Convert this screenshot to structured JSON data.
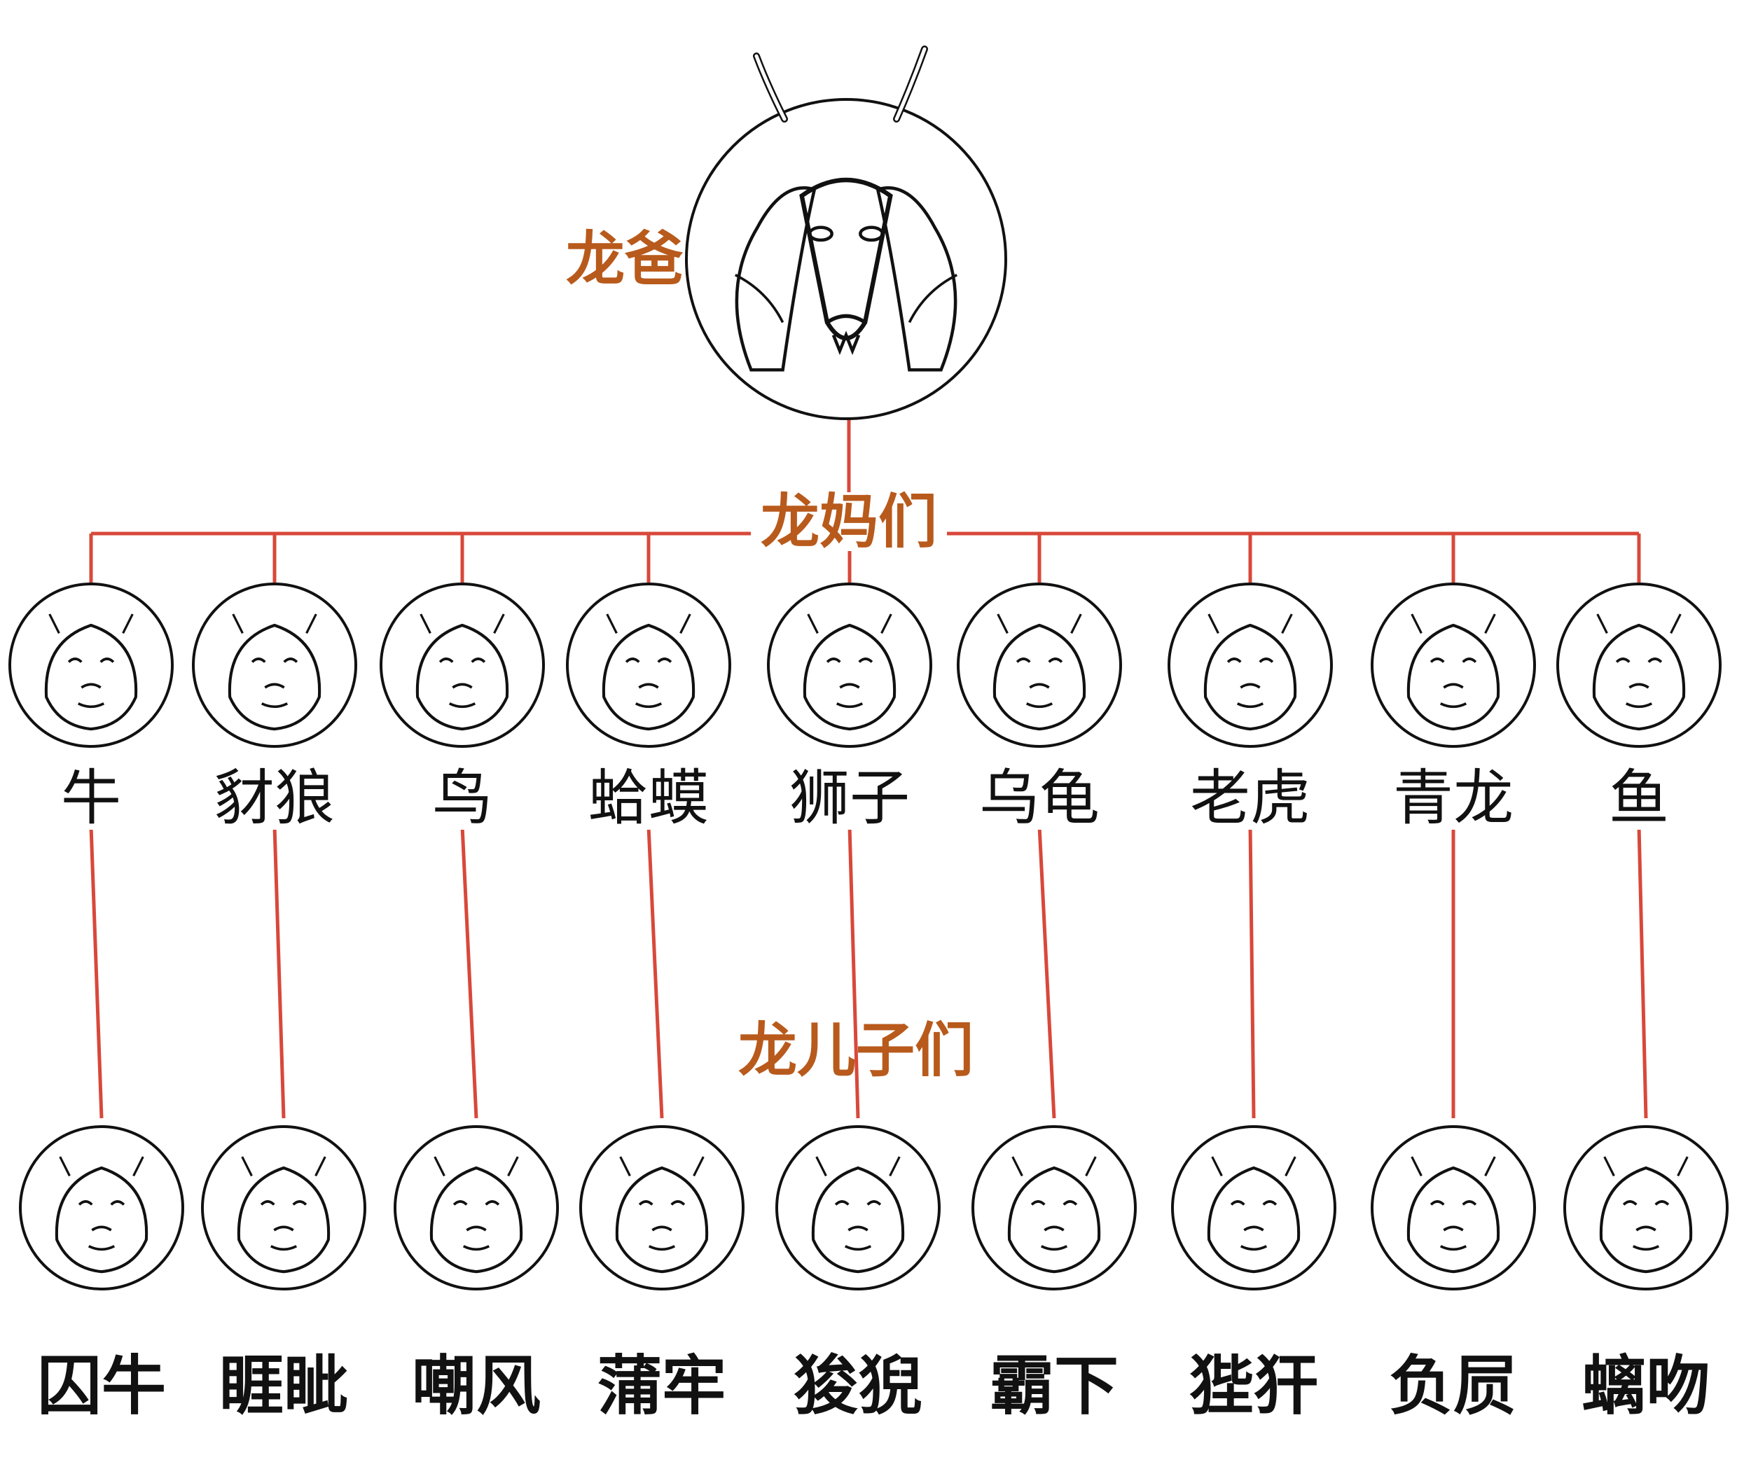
{
  "colors": {
    "line": "#d8483a",
    "label_accent": "#b85a1c",
    "text": "#111111",
    "outline": "#111111"
  },
  "father": {
    "label": "龙爸",
    "portrait_icon": "dragon-portrait-icon"
  },
  "mothers_group_label": "龙妈们",
  "sons_group_label": "龙儿子们",
  "mothers": [
    {
      "label": "牛",
      "icon": "ox-portrait-icon"
    },
    {
      "label": "豺狼",
      "icon": "wolf-portrait-icon"
    },
    {
      "label": "鸟",
      "icon": "bird-portrait-icon"
    },
    {
      "label": "蛤蟆",
      "icon": "toad-portrait-icon"
    },
    {
      "label": "狮子",
      "icon": "lioness-portrait-icon"
    },
    {
      "label": "乌龟",
      "icon": "turtle-portrait-icon"
    },
    {
      "label": "老虎",
      "icon": "tiger-portrait-icon"
    },
    {
      "label": "青龙",
      "icon": "azure-dragon-portrait-icon"
    },
    {
      "label": "鱼",
      "icon": "fish-portrait-icon"
    }
  ],
  "sons": [
    {
      "label": "囚牛",
      "icon": "qiuniu-portrait-icon"
    },
    {
      "label": "睚眦",
      "icon": "yazi-portrait-icon"
    },
    {
      "label": "嘲风",
      "icon": "chaofeng-portrait-icon"
    },
    {
      "label": "蒲牢",
      "icon": "pulao-portrait-icon"
    },
    {
      "label": "狻猊",
      "icon": "suanni-portrait-icon"
    },
    {
      "label": "霸下",
      "icon": "baxia-portrait-icon"
    },
    {
      "label": "狴犴",
      "icon": "bian-portrait-icon"
    },
    {
      "label": "负屃",
      "icon": "fuxi-portrait-icon"
    },
    {
      "label": "螭吻",
      "icon": "chiwen-portrait-icon"
    }
  ]
}
